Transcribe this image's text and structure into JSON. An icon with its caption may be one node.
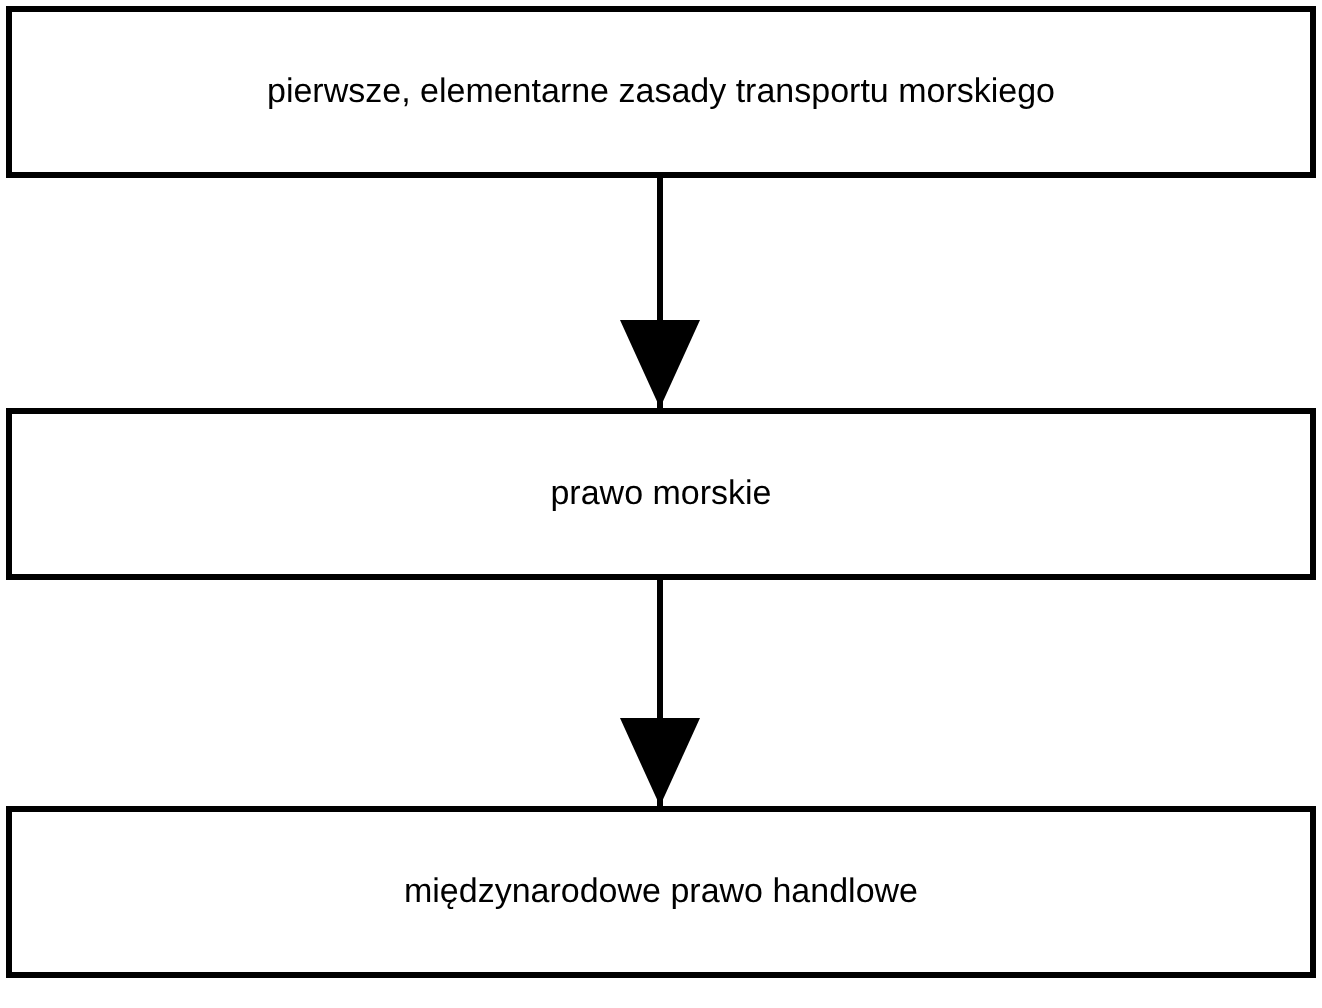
{
  "diagram": {
    "nodes": [
      {
        "text": [
          "pierwsze, elementarne zasady transportu morskiego"
        ]
      },
      {
        "text": [
          "prawo morskie"
        ]
      },
      {
        "text": [
          "międzynarodowe prawo handlowe"
        ]
      }
    ],
    "edges": [
      {
        "from": 0,
        "to": 1,
        "arrow": "to"
      },
      {
        "from": 1,
        "to": 2,
        "arrow": "to"
      }
    ]
  }
}
